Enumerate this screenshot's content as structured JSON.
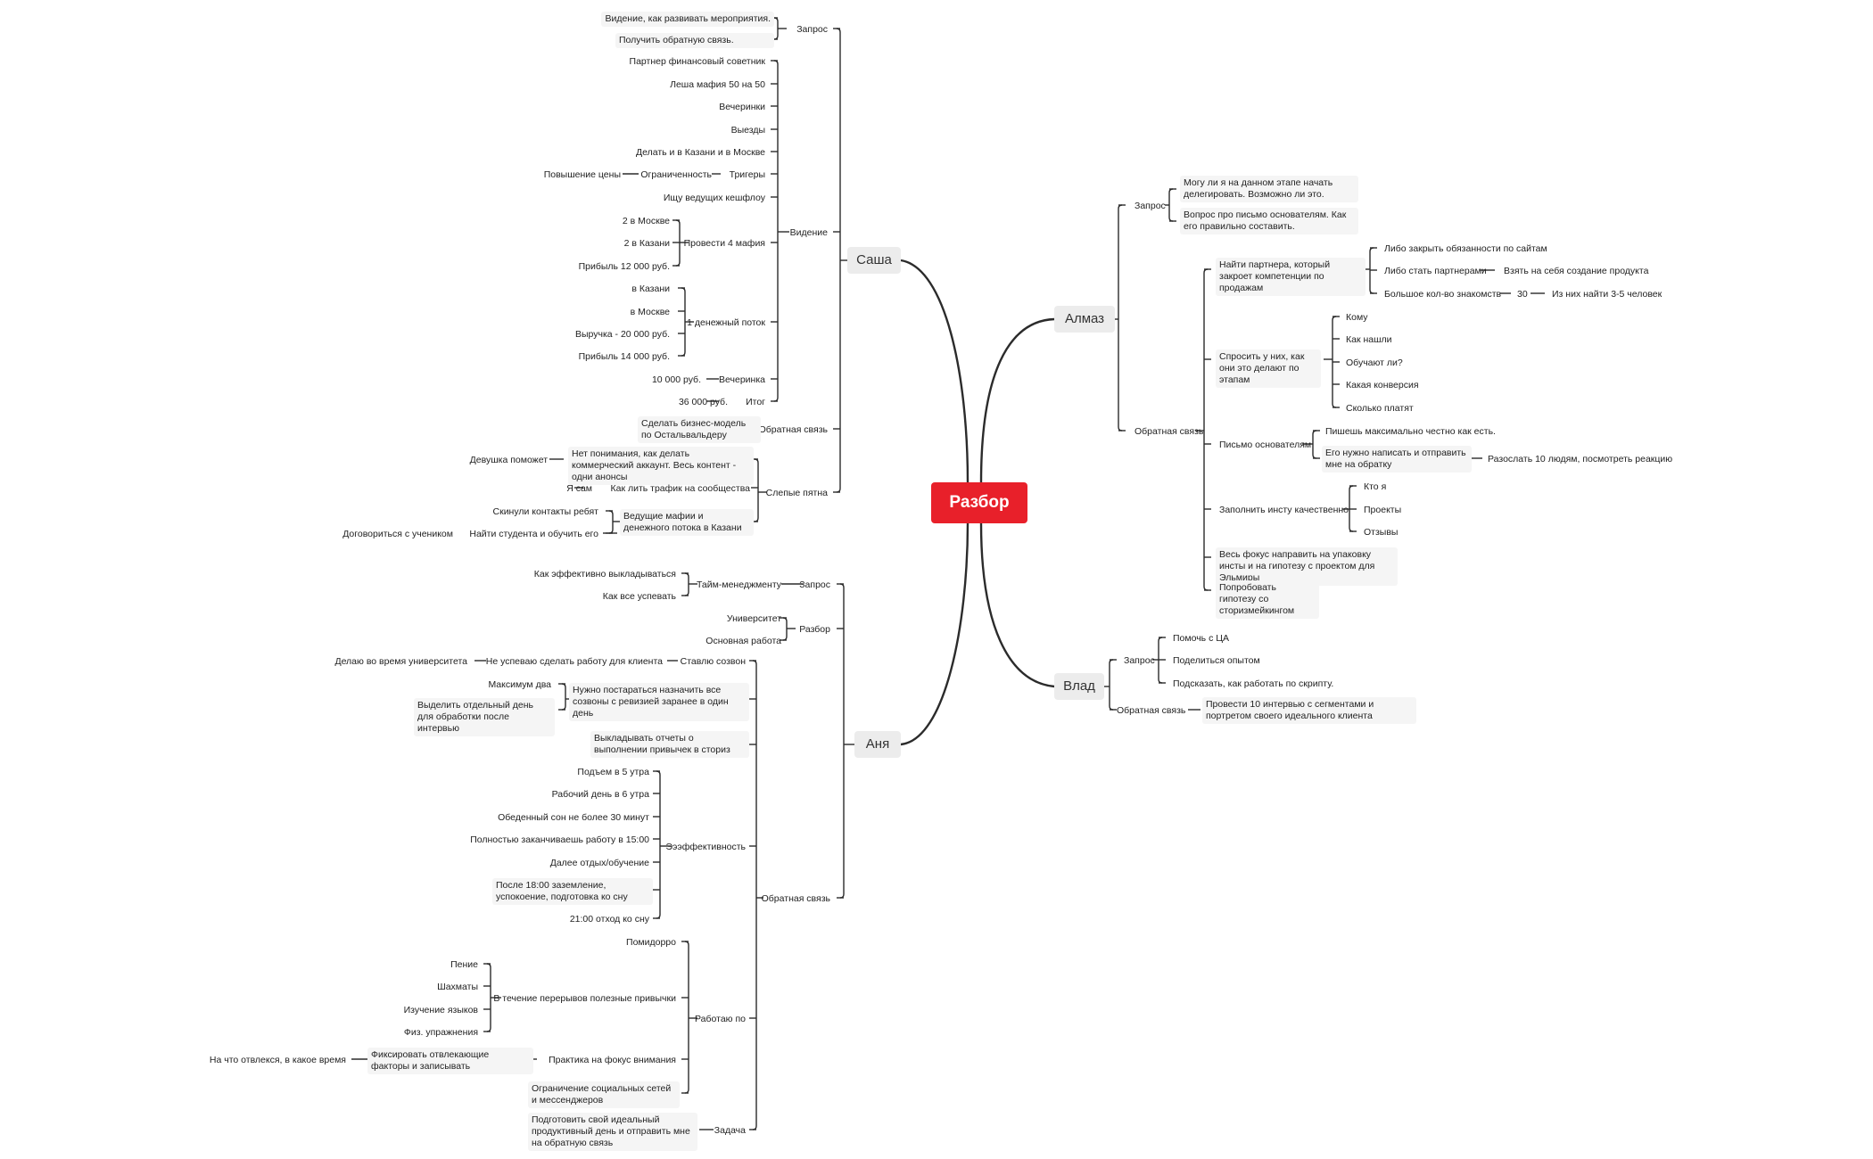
{
  "root": "Разбор",
  "accent_color": "#e8202a",
  "line_color": "#2b2b2b",
  "sasha": {
    "label": "Саша",
    "request": {
      "label": "Запрос",
      "items": [
        "Видение, как развивать мероприятия.",
        "Получить обратную связь."
      ]
    },
    "vision": {
      "label": "Видение",
      "partner": "Партнер финансовый советник",
      "lesha": "Леша мафия 50 на 50",
      "parties": "Вечеринки",
      "trips": "Выезды",
      "kazan_moscow": "Делать и в Казани и в Москве",
      "triggers": "Тригеры",
      "limit": "Ограниченность",
      "price_up": "Повышение цены",
      "hosts": "Ищу ведущих кешфлоу",
      "four_mafia": "Провести 4 мафия",
      "fm_items": [
        "2 в Москве",
        "2 в Казани",
        "Прибыль 12 000 руб."
      ],
      "cashflow": "1 денежный поток",
      "cf_items": [
        "в Казани",
        "в Москве",
        "Выручка - 20 000 руб.",
        "Прибыль 14 000 руб."
      ],
      "party2": "Вечеринка",
      "party2_value": "10 000 руб.",
      "total": "Итог",
      "total_value": "36 000 руб."
    },
    "feedback": {
      "label": "Обратная связь",
      "value": "Сделать бизнес-модель по Остальвальдеру"
    },
    "blind": {
      "label": "Слепые пятна",
      "no_understanding": "Нет понимания, как делать коммерческий аккаунт. Весь контент - одни анонсы",
      "girl_helps": "Девушка поможет",
      "traffic": "Как лить трафик на сообщества",
      "myself": "Я сам",
      "hosts_cf": "Ведущие мафии и денежного потока в Казани",
      "contacts": "Скинули контакты ребят",
      "find_student": "Найти студента и обучить его",
      "agree_student": "Договориться с учеником"
    }
  },
  "anya": {
    "label": "Аня",
    "request": {
      "label": "Запрос",
      "time": "Тайм-менеджменту",
      "items": [
        "Как эффективно выкладываться",
        "Как все успевать"
      ]
    },
    "analysis": {
      "label": "Разбор",
      "items": [
        "Университет",
        "Основная работа"
      ]
    },
    "feedback": {
      "label": "Обратная связь",
      "call": "Ставлю созвон",
      "no_time": "Не успеваю сделать работу для клиента",
      "uni": "Делаю во время университета",
      "plan_calls": "Нужно постараться назначить все созвоны с ревизией заранее в один день",
      "max_two": "Максимум два",
      "separate_day": "Выделить отдельный день для обработки после интервью",
      "reports": "Выкладывать отчеты о выполнении привычек в сториз",
      "eff": "Эээффективность",
      "eff_items": [
        "Подъем в 5 утра",
        "Рабочий день в 6 утра",
        "Обеденный сон не более 30 минут",
        "Полностью заканчиваешь работу в 15:00",
        "Далее отдых/обучение",
        "После 18:00 заземление, успокоение, подготовка ко сну",
        "21:00 отход ко сну"
      ],
      "work": "Работаю по",
      "pomodoro": "Помидорро",
      "breaks": "В течение перерывов полезные привычки",
      "habits": [
        "Пение",
        "Шахматы",
        "Изучение языков",
        "Физ. упражнения"
      ],
      "focus": "Практика на фокус внимания",
      "record": "Фиксировать отвлекающие факторы и записывать",
      "distracted": "На что отвлекся, в какое время",
      "limit_social": "Ограничение социальных сетей и мессенджеров",
      "task": "Задача",
      "task_value": "Подготовить свой идеальный продуктивный день и отправить мне на обратную связь"
    }
  },
  "almaz": {
    "label": "Алмаз",
    "request": {
      "label": "Запрос",
      "items": [
        "Могу ли я на данном этапе начать делегировать. Возможно ли это.",
        "Вопрос про письмо основателям. Как его правильно составить."
      ]
    },
    "feedback": {
      "label": "Обратная связь",
      "partner": "Найти партнера, который закроет компетенции по продажам",
      "close_duties": "Либо закрыть обязанности по сайтам",
      "become_partners": "Либо стать партнерами",
      "take_product": "Взять на себя создание продукта",
      "many_contacts": "Большое кол-во знакомств",
      "thirty": "30",
      "find_35": "Из них найти 3-5 человек",
      "ask": "Спросить у них, как они это делают по этапам",
      "ask_items": [
        "Кому",
        "Как нашли",
        "Обучают ли?",
        "Какая конверсия",
        "Сколько платят"
      ],
      "letter": "Письмо основателям",
      "honest": "Пишешь максимально честно как есть.",
      "write_send": "Его нужно написать и отправить мне на обратку",
      "send_ten": "Разослать 10 людям, посмотреть реакцию",
      "insta": "Заполнить инсту качественно",
      "insta_items": [
        "Кто я",
        "Проекты",
        "Отзывы"
      ],
      "focus": "Весь фокус направить на упаковку инсты и на гипотезу с проектом для Эльмиры",
      "story": "Попробовать гипотезу со сторизмейкингом"
    }
  },
  "vlad": {
    "label": "Влад",
    "request": {
      "label": "Запрос",
      "items": [
        "Помочь с ЦА",
        "Поделиться опытом",
        "Подсказать, как работать по скрипту."
      ]
    },
    "feedback": {
      "label": "Обратная связь",
      "value": "Провести 10 интервью с сегментами и портретом своего идеального клиента"
    }
  }
}
